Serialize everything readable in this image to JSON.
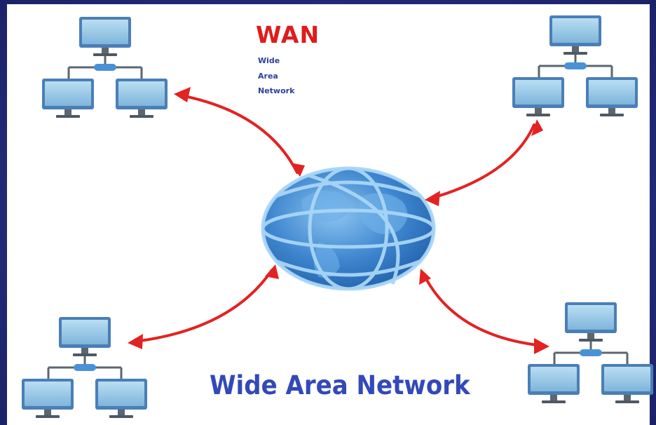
{
  "title": "WAN",
  "expansion": [
    "Wide",
    "Area",
    "Network"
  ],
  "caption": "Wide Area Network",
  "colors": {
    "background": "#232b78",
    "panel": "#ffffff",
    "arrow": "#e32222",
    "monitor_frame": "#4a7fb6",
    "monitor_screen": "#9ccbe6",
    "globe": "#3b7dc9",
    "title": "#e01b1b",
    "caption": "#3349b8"
  },
  "nodes": [
    {
      "name": "network-top-left",
      "icon": "computer-cluster-icon"
    },
    {
      "name": "network-top-right",
      "icon": "computer-cluster-icon"
    },
    {
      "name": "network-bottom-left",
      "icon": "computer-cluster-icon"
    },
    {
      "name": "network-bottom-right",
      "icon": "computer-cluster-icon"
    }
  ],
  "center": {
    "icon": "globe-icon"
  }
}
